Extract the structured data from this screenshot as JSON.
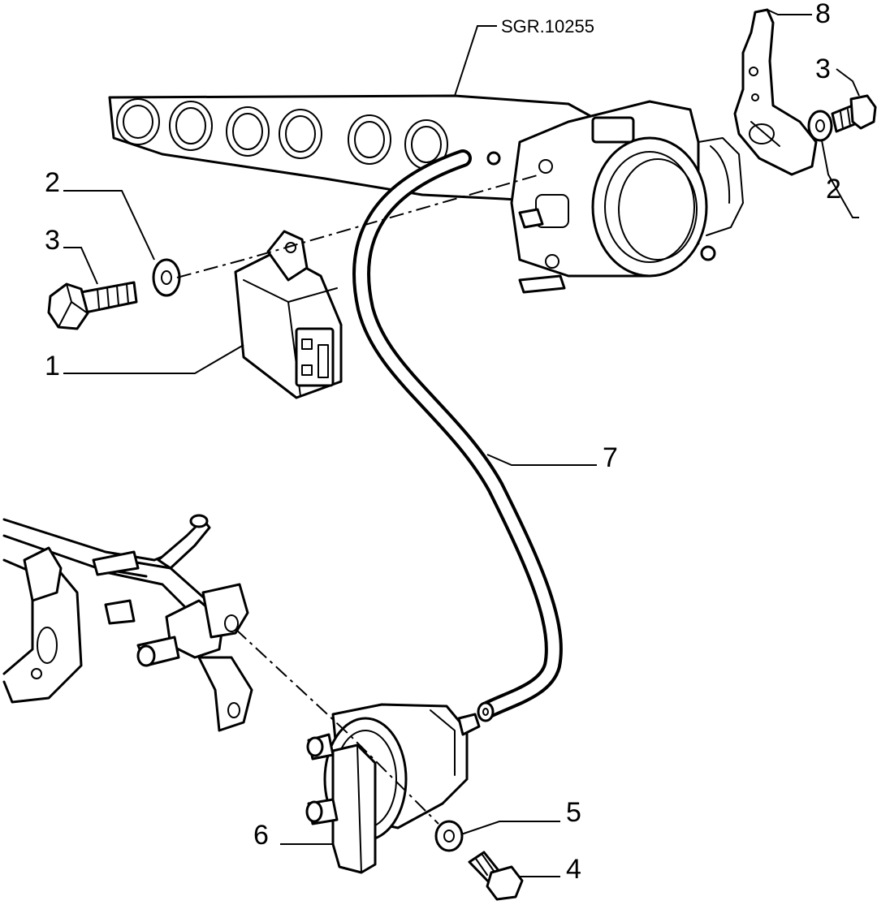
{
  "reference_code": "SGR.10255",
  "callouts": {
    "c1": "1",
    "c2_left": "2",
    "c2_right": "2",
    "c3_left": "3",
    "c3_right": "3",
    "c4": "4",
    "c5": "5",
    "c6": "6",
    "c7": "7",
    "c8": "8"
  }
}
